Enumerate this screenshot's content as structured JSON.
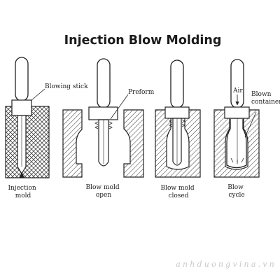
{
  "title": "Injection Blow Molding",
  "stages": [
    {
      "caption": [
        "Injection",
        "mold"
      ]
    },
    {
      "caption": [
        "Blow mold",
        "open"
      ]
    },
    {
      "caption": [
        "Blow mold",
        "closed"
      ]
    },
    {
      "caption": [
        "Blow",
        "cycle"
      ]
    }
  ],
  "labels": {
    "blowing_stick": "Blowing stick",
    "preform": "Preform",
    "air": "Air",
    "blown_container": [
      "Blown",
      "container"
    ]
  },
  "watermark": "anhduongvina.vn"
}
